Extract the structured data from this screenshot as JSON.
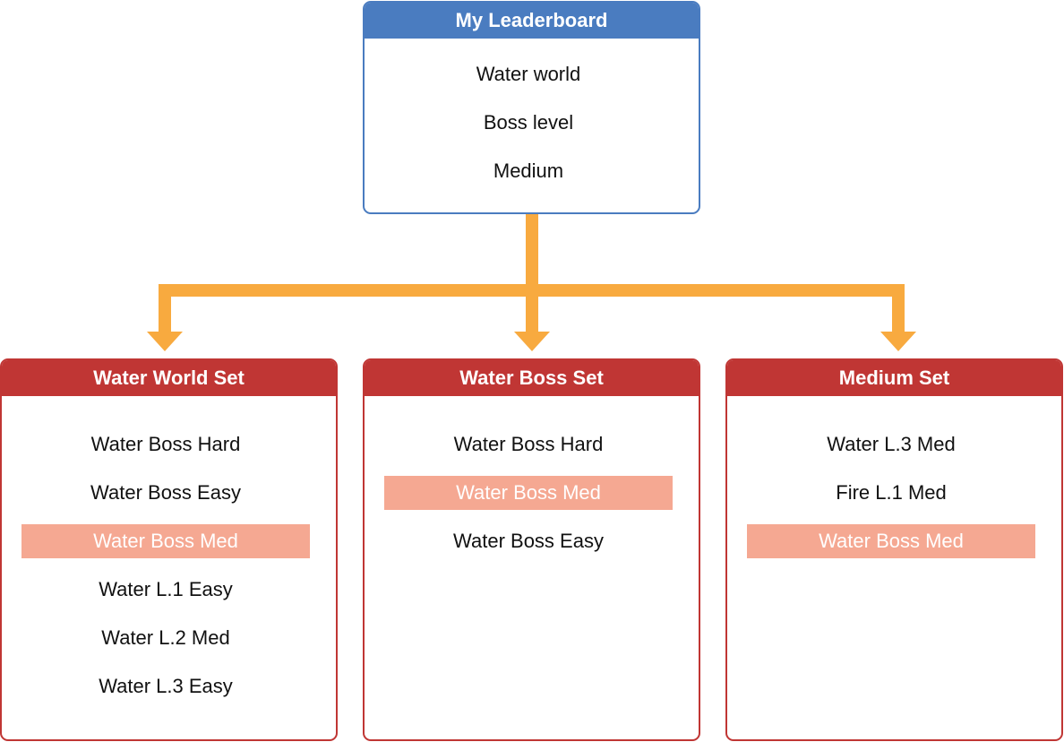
{
  "leaderboard": {
    "title": "My Leaderboard",
    "items": [
      "Water world",
      "Boss level",
      "Medium"
    ],
    "header_color": "#4a7cc0"
  },
  "sets": [
    {
      "title": "Water World Set",
      "items": [
        {
          "label": "Water Boss Hard",
          "highlighted": false
        },
        {
          "label": "Water Boss Easy",
          "highlighted": false
        },
        {
          "label": "Water Boss Med",
          "highlighted": true
        },
        {
          "label": "Water L.1 Easy",
          "highlighted": false
        },
        {
          "label": "Water L.2 Med",
          "highlighted": false
        },
        {
          "label": "Water L.3 Easy",
          "highlighted": false
        }
      ]
    },
    {
      "title": "Water Boss Set",
      "items": [
        {
          "label": "Water Boss Hard",
          "highlighted": false
        },
        {
          "label": "Water Boss Med",
          "highlighted": true
        },
        {
          "label": "Water Boss Easy",
          "highlighted": false
        }
      ]
    },
    {
      "title": "Medium Set",
      "items": [
        {
          "label": "Water L.3 Med",
          "highlighted": false
        },
        {
          "label": "Fire L.1 Med",
          "highlighted": false
        },
        {
          "label": "Water Boss Med",
          "highlighted": true
        }
      ]
    }
  ],
  "colors": {
    "set_header": "#c03634",
    "highlight": "#f5a892",
    "connector": "#f8aa3f"
  }
}
